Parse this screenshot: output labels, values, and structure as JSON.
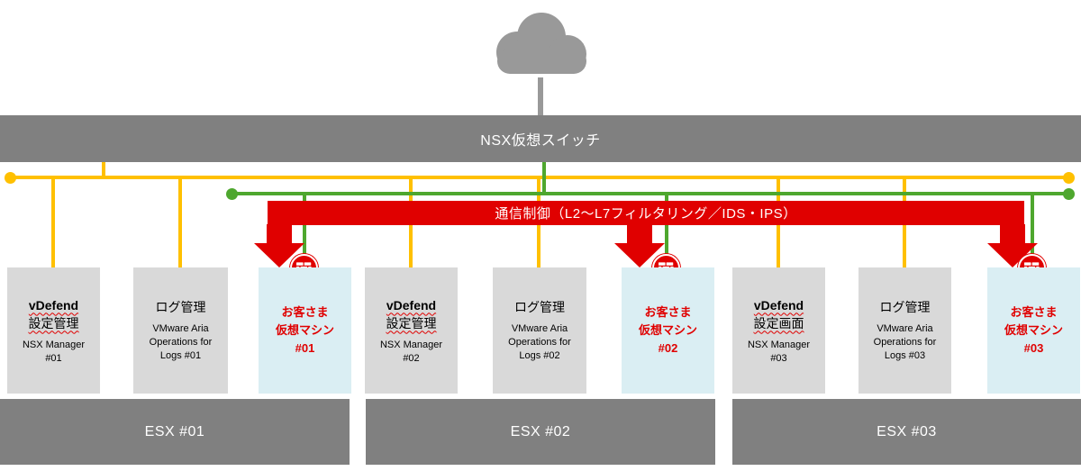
{
  "colors": {
    "bar_gray": "#808080",
    "box_gray": "#d9d9d9",
    "vm_box_blue": "#daeef3",
    "bus_yellow": "#ffc000",
    "bus_green": "#4ea72e",
    "control_red": "#e00000",
    "cloud_gray": "#999999",
    "vm_text_red": "#e00000"
  },
  "icons": {
    "cloud": "cloud-icon",
    "firewall_badge": "firewall-icon"
  },
  "switch": {
    "label": "NSX仮想スイッチ"
  },
  "banner": {
    "label": "通信制御（L2～L7フィルタリング／IDS・IPS）"
  },
  "hosts": [
    {
      "esx": "ESX #01",
      "vdefend": {
        "line1": "vDefend",
        "line2": "設定管理",
        "line3": "NSX Manager",
        "line4": "#01"
      },
      "log": {
        "line1": "ログ管理",
        "line2": "VMware Aria",
        "line3": "Operations for",
        "line4": "Logs #01"
      },
      "vm": {
        "line1": "お客さま",
        "line2": "仮想マシン",
        "line3": "#01"
      }
    },
    {
      "esx": "ESX #02",
      "vdefend": {
        "line1": "vDefend",
        "line2": "設定管理",
        "line3": "NSX Manager",
        "line4": "#02"
      },
      "log": {
        "line1": "ログ管理",
        "line2": "VMware Aria",
        "line3": "Operations for",
        "line4": "Logs #02"
      },
      "vm": {
        "line1": "お客さま",
        "line2": "仮想マシン",
        "line3": "#02"
      }
    },
    {
      "esx": "ESX #03",
      "vdefend": {
        "line1": "vDefend",
        "line2": "設定画面",
        "line3": "NSX Manager",
        "line4": "#03"
      },
      "log": {
        "line1": "ログ管理",
        "line2": "VMware Aria",
        "line3": "Operations for",
        "line4": "Logs #03"
      },
      "vm": {
        "line1": "お客さま",
        "line2": "仮想マシン",
        "line3": "#03"
      }
    }
  ]
}
